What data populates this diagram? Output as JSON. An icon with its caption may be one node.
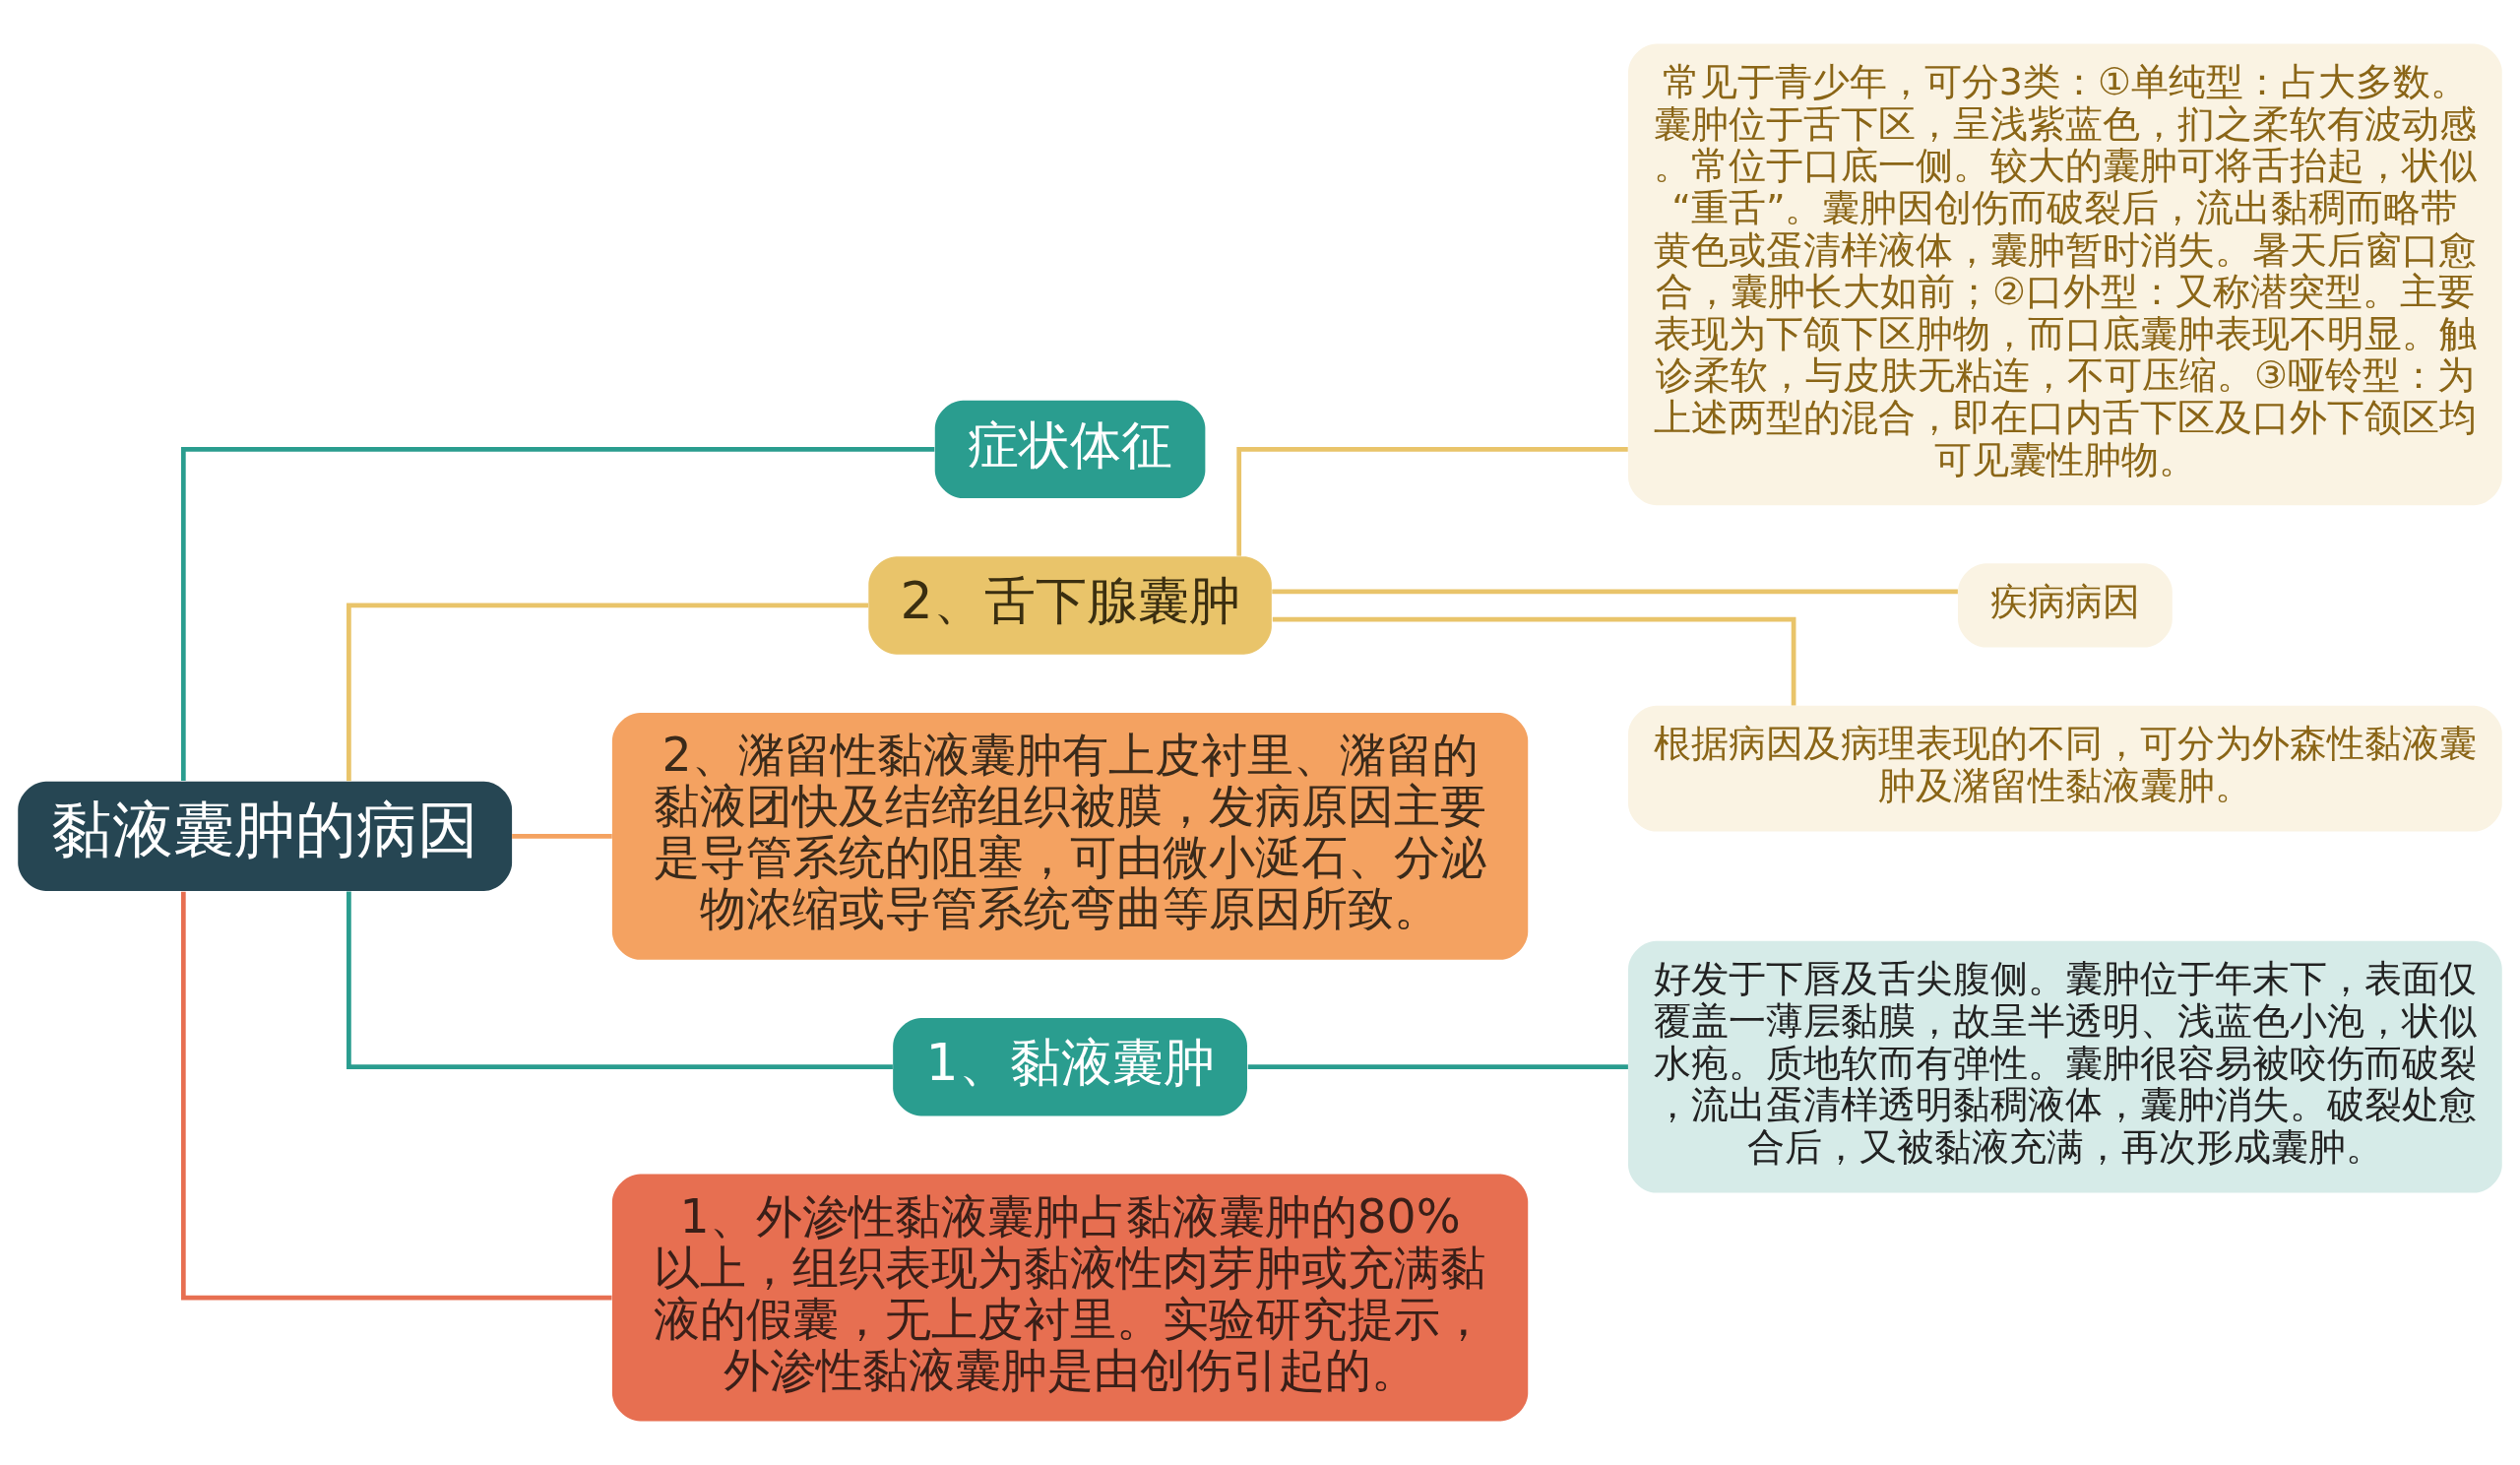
{
  "diagram": {
    "nodes": [
      {
        "text": [
          "黏液囊肿的病因"
        ]
      },
      {
        "text": [
          "症状体征"
        ]
      },
      {
        "text": [
          "2、舌下腺囊肿"
        ]
      },
      {
        "text": [
          "常见于青少年，可分3类：①单纯型：占大多数。囊肿位于舌下区，呈浅紫蓝色，扪之柔软有波动感。常位于口底一侧。较大的囊肿可将舌抬起，状似“重舌”。囊肿因创伤而破裂后，流出黏稠而略带黄色或蛋清样液体，囊肿暂时消失。暑天后窗口愈合，囊肿长大如前；②口外型：又称潜突型。主要表现为下颌下区肿物，而口底囊肿表现不明显。触诊柔软，与皮肤无粘连，不可压缩。③哑铃型：为上述两型的混合，即在口内舌下区及口外下颌区均可见囊性肿物。"
        ]
      },
      {
        "text": [
          "疾病病因"
        ]
      },
      {
        "text": [
          "根据病因及病理表现的不同，可分为外森性黏液囊肿及潴留性黏液囊肿。"
        ]
      },
      {
        "text": [
          "2、潴留性黏液囊肿有上皮衬里、潴留的黏液团快及结缔组织被膜，发病原因主要是导管系统的阻塞，可由微小涎石、分泌物浓缩或导管系统弯曲等原因所致。"
        ]
      },
      {
        "text": [
          "1、黏液囊肿"
        ]
      },
      {
        "text": [
          "好发于下唇及舌尖腹侧。囊肿位于年末下，表面仅覆盖一薄层黏膜，故呈半透明、浅蓝色小泡，状似水疱。质地软而有弹性。囊肿很容易被咬伤而破裂，流出蛋清样透明黏稠液体，囊肿消失。破裂处愈合后，又被黏液充满，再次形成囊肿。"
        ]
      },
      {
        "text": [
          "1、外渗性黏液囊肿占黏液囊肿的80%以上，组织表现为黏液性肉芽肿或充满黏液的假囊，无上皮衬里。实验研究提示，外渗性黏液囊肿是由创伤引起的。"
        ]
      }
    ],
    "edges": [
      {
        "from": 0,
        "to": 1,
        "arrow": "none",
        "color": "#2a9d8f"
      },
      {
        "from": 0,
        "to": 2,
        "arrow": "none"
      },
      {
        "from": 2,
        "to": 3,
        "arrow": "none"
      },
      {
        "from": 2,
        "to": 4,
        "arrow": "none"
      },
      {
        "from": 2,
        "to": 5,
        "arrow": "none"
      },
      {
        "from": 0,
        "to": 6,
        "arrow": "none",
        "color": "#f4a261"
      },
      {
        "from": 0,
        "to": 7,
        "arrow": "none",
        "color": "#2a9d8f"
      },
      {
        "from": 7,
        "to": 8,
        "arrow": "none",
        "color": "#2a9d8f"
      },
      {
        "from": 0,
        "to": 9,
        "arrow": "none",
        "color": "#e76f51"
      }
    ]
  }
}
